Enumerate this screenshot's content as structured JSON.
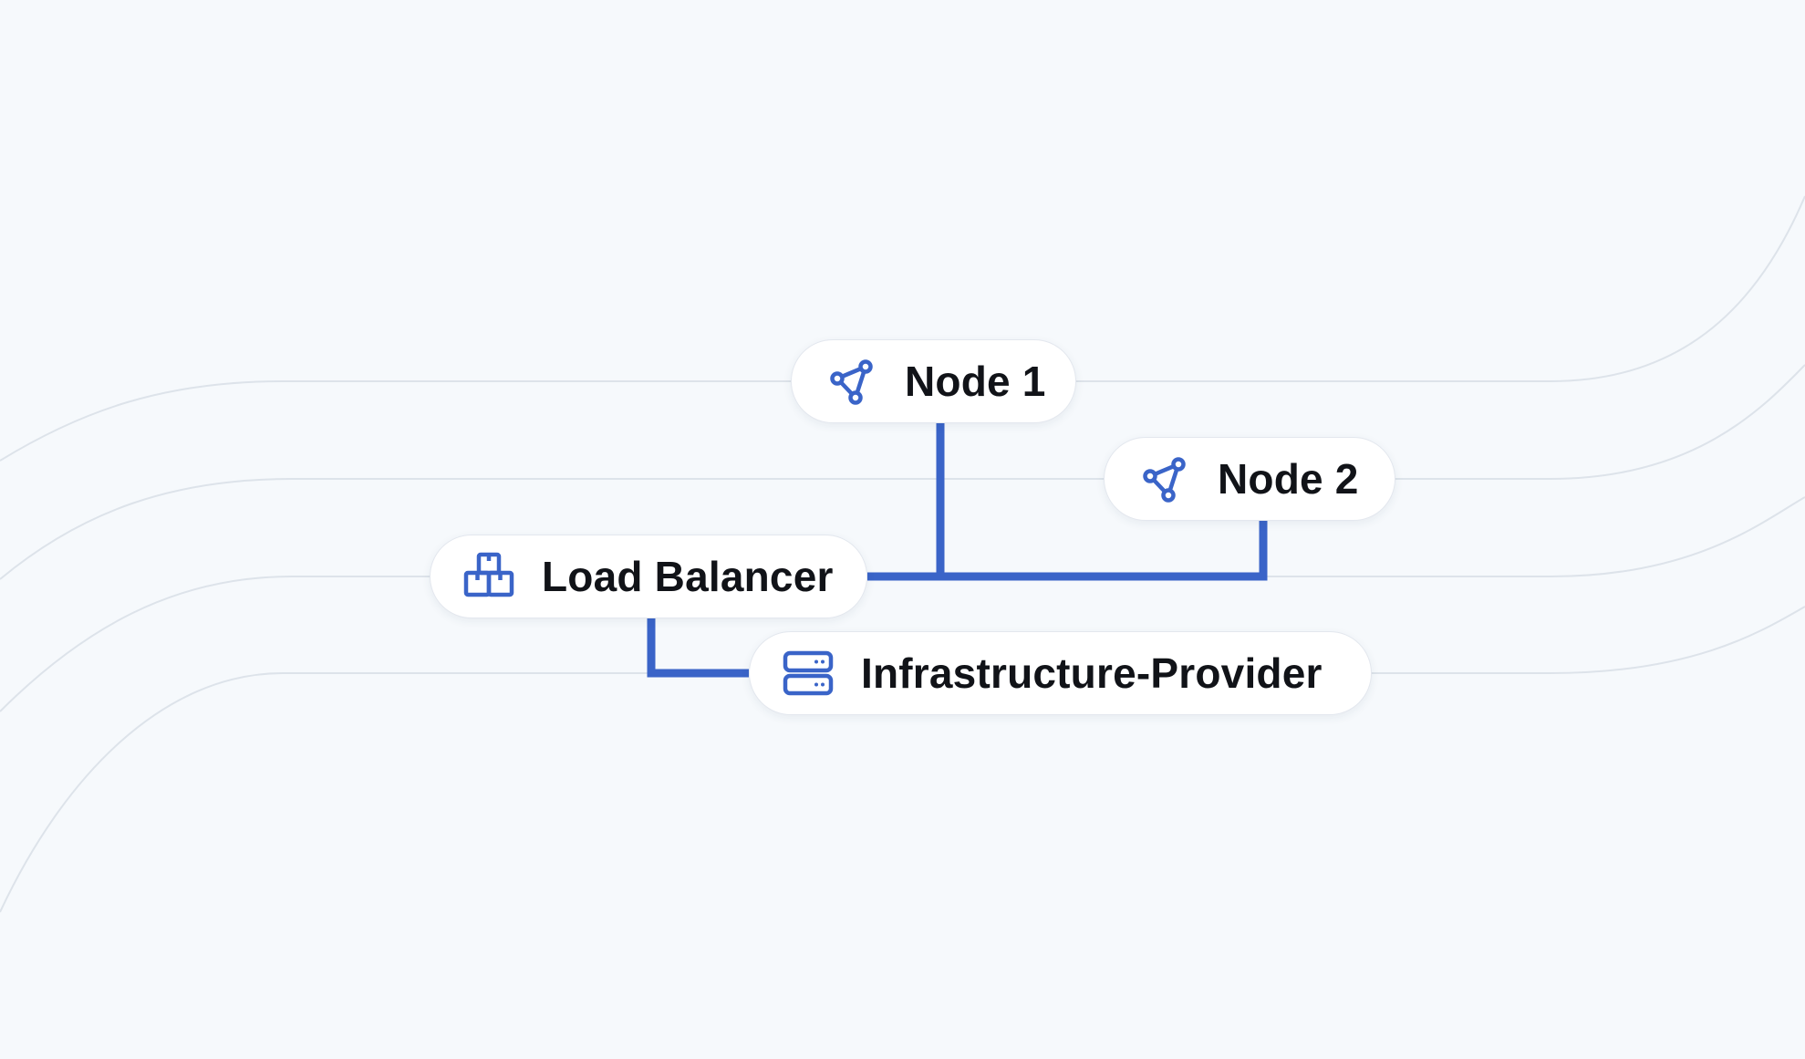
{
  "nodes": {
    "node1": {
      "label": "Node 1",
      "icon": "network-node-icon"
    },
    "node2": {
      "label": "Node 2",
      "icon": "network-node-icon"
    },
    "load_balancer": {
      "label": "Load Balancer",
      "icon": "boxes-icon"
    },
    "infrastructure_provider": {
      "label": "Infrastructure-Provider",
      "icon": "server-icon"
    }
  },
  "colors": {
    "background": "#f6f9fc",
    "connector": "#3a64c8",
    "accent_icon": "#3a64c8",
    "background_lines": "#dde3ea"
  }
}
